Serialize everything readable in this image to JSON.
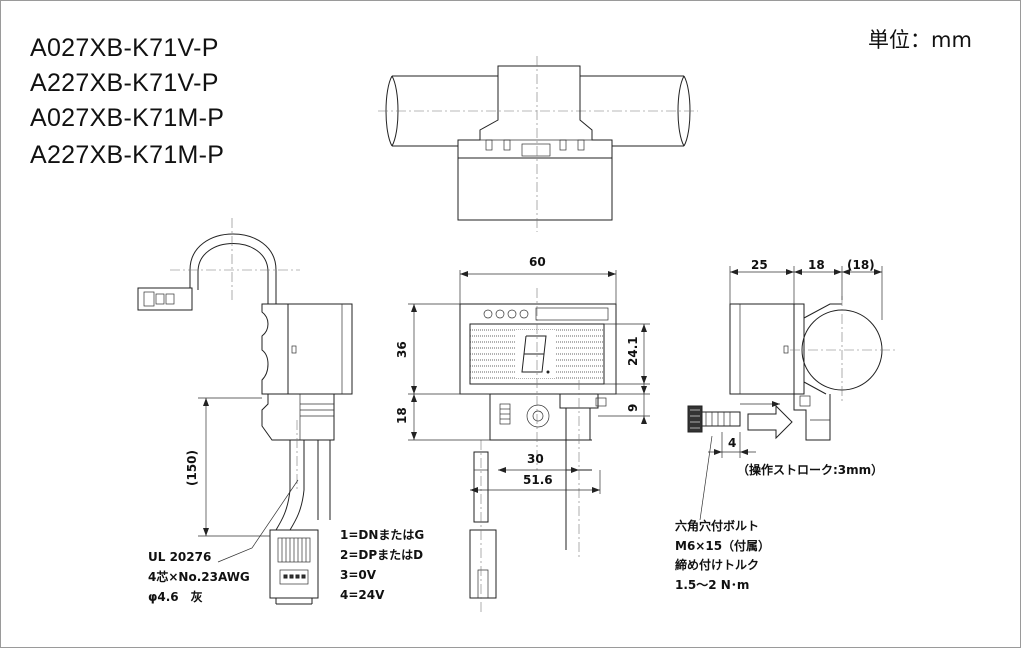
{
  "unit_label": "単位：mm",
  "models": [
    "A027XB-K71V-P",
    "A227XB-K71V-P",
    "A027XB-K71M-P",
    "A227XB-K71M-P"
  ],
  "dimensions": {
    "width_60": "60",
    "height_36": "36",
    "height_18": "18",
    "display_24_1": "24.1",
    "offset_9": "9",
    "pitch_30": "30",
    "width_51_6": "51.6",
    "side_25": "25",
    "side_18": "18",
    "side_18_ref": "(18)",
    "cable_150": "(150)",
    "stroke_4": "4"
  },
  "stroke_note": "（操作ストローク:3mm）",
  "cable_spec": [
    "UL 20276",
    "4芯×No.23AWG",
    "φ4.6　灰"
  ],
  "pin_assignment": [
    "1=DNまたはG",
    "2=DPまたはD",
    "3=0V",
    "4=24V"
  ],
  "bolt_note": [
    "六角穴付ボルト",
    "M6×15（付属）",
    "締め付けトルク",
    "1.5～2 N･m"
  ]
}
